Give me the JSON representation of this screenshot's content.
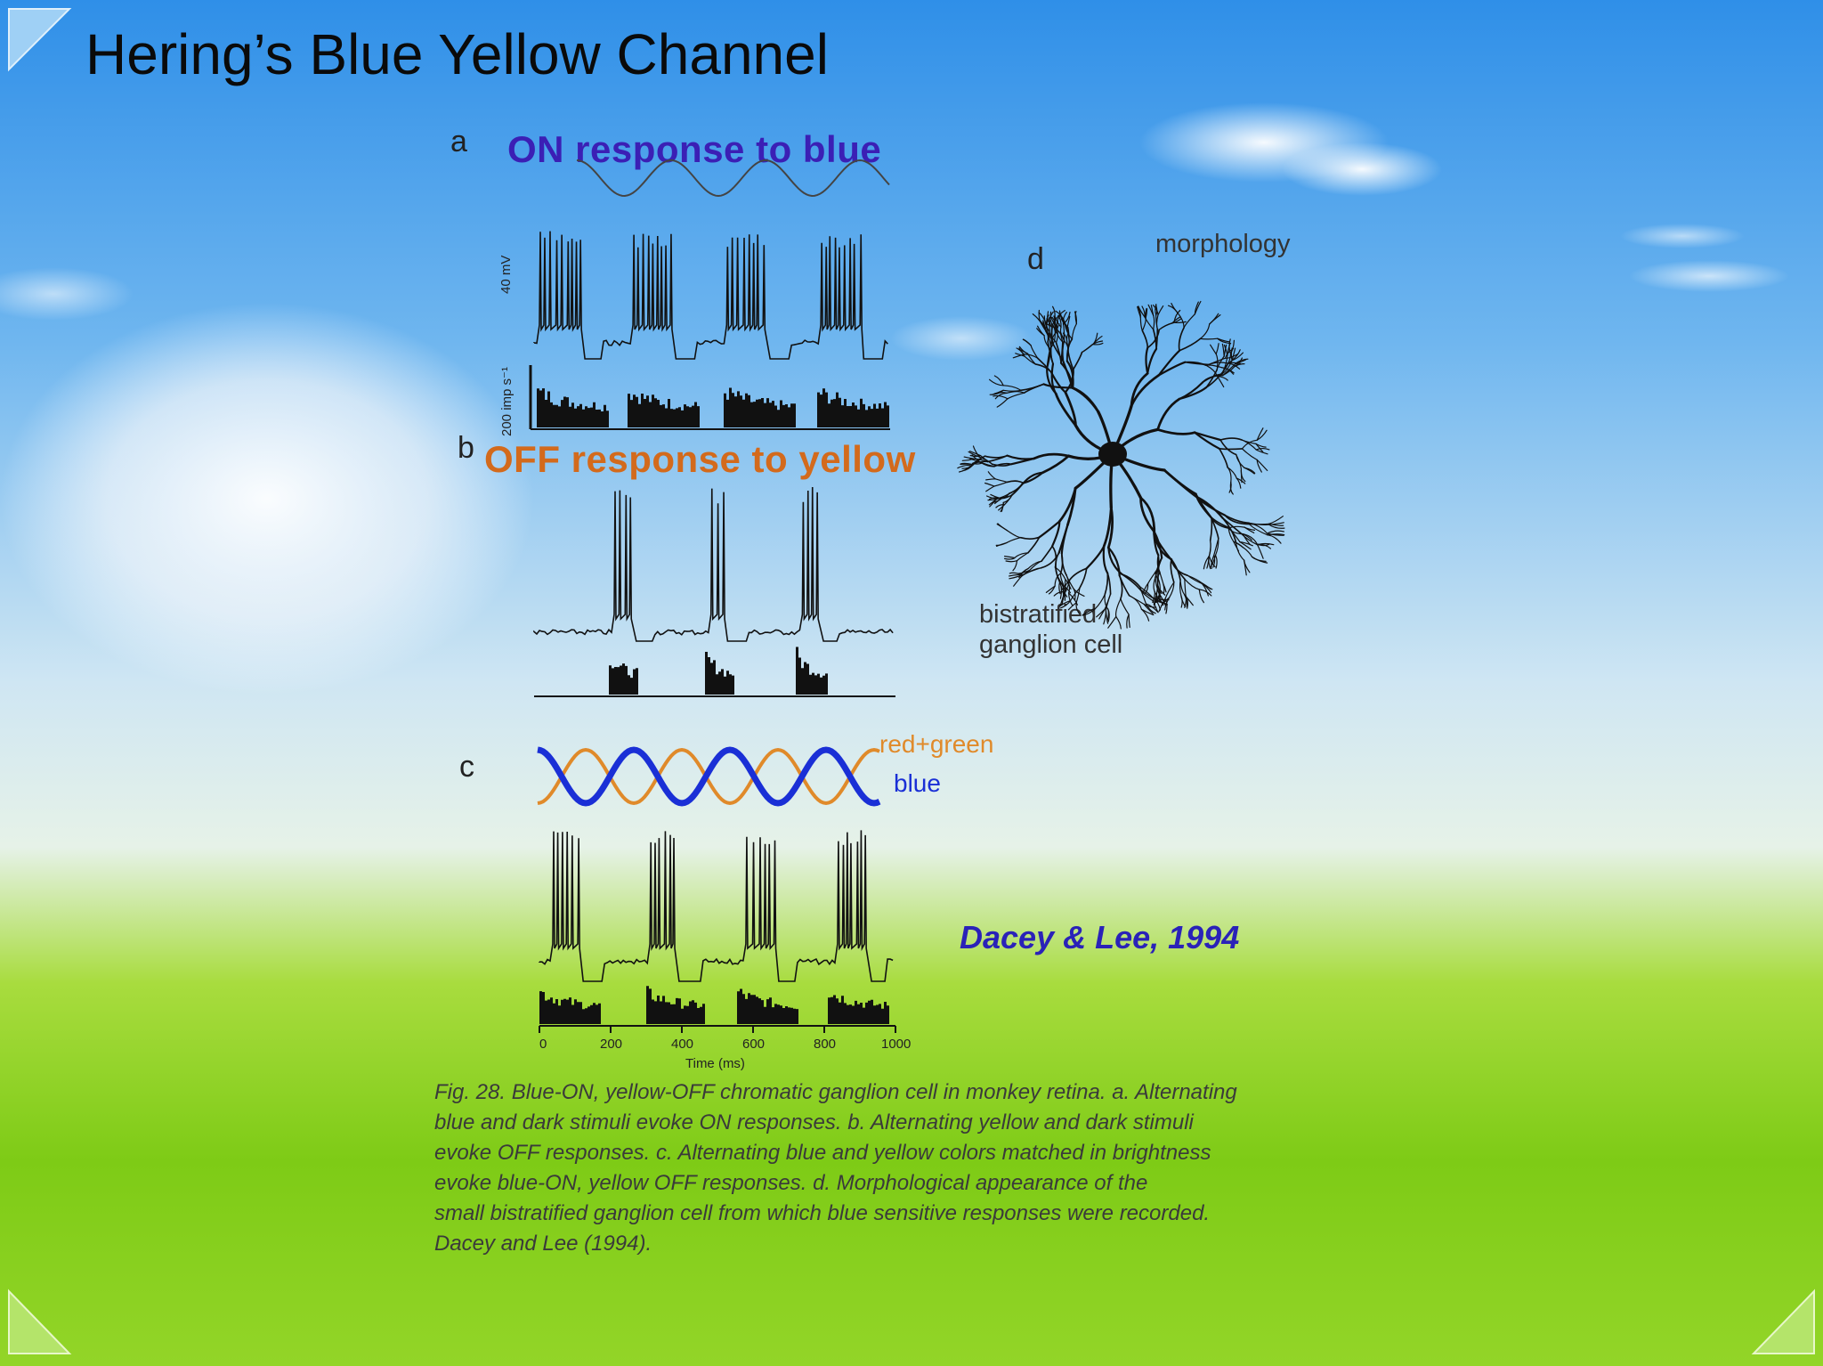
{
  "slide": {
    "title": "Hering’s Blue Yellow Channel"
  },
  "panel_a": {
    "letter": "a",
    "title": "ON response to blue",
    "title_color": "#3b1fb5",
    "scale_mv": "40 mV",
    "scale_rate": "200 imp s⁻¹"
  },
  "panel_b": {
    "letter": "b",
    "title": "OFF response to yellow",
    "title_color": "#d36a1c"
  },
  "panel_c": {
    "letter": "c",
    "legend_red_green": "red+green",
    "legend_blue": "blue",
    "red_green_color": "#e08a2a",
    "blue_color": "#1a2fd6",
    "x_ticks": [
      "0",
      "200",
      "400",
      "600",
      "800",
      "1000"
    ],
    "x_label": "Time (ms)"
  },
  "panel_d": {
    "letter": "d",
    "label_morphology": "morphology",
    "label_cell_line1": "bistratified",
    "label_cell_line2": "ganglion cell"
  },
  "citation": {
    "text": "Dacey & Lee, 1994",
    "color": "#2a22b8"
  },
  "caption": {
    "lines": [
      "Fig. 28. Blue-ON, yellow-OFF chromatic ganglion cell in monkey retina. a. Alternating",
      " blue and dark stimuli evoke ON responses. b. Alternating yellow and dark stimuli",
      " evoke OFF responses. c. Alternating blue and yellow colors matched in brightness",
      "evoke blue-ON, yellow OFF responses. d.  Morphological appearance of the",
      "small bistratified ganglion cell from which blue sensitive responses were recorded.",
      "Dacey and Lee (1994)."
    ]
  }
}
